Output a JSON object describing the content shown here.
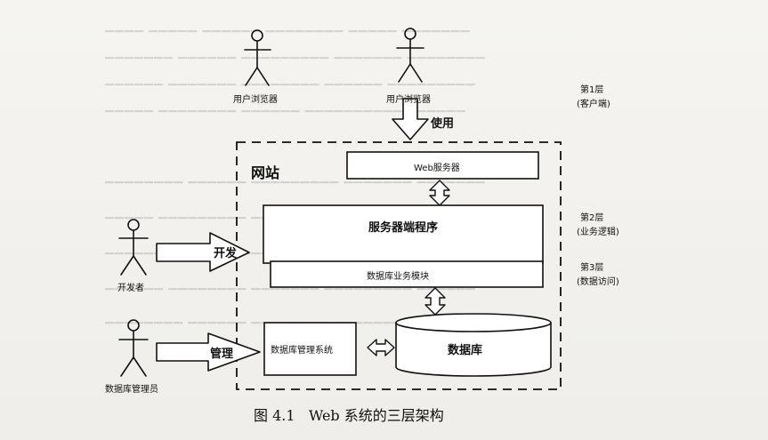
{
  "actors": {
    "browser_1": "用户浏览器",
    "browser_2": "用户浏览器",
    "developer": "开发者",
    "dba": "数据库管理员"
  },
  "arrows": {
    "use": "使用",
    "develop": "开发",
    "manage": "管理"
  },
  "site": {
    "title": "网站",
    "web_server": "Web服务器",
    "server_program": "服务器端程序",
    "db_module": "数据库业务模块",
    "dbms": "数据库管理系统",
    "database": "数据库"
  },
  "layers": {
    "layer1": {
      "name": "第1层",
      "desc": "(客户端)"
    },
    "layer2": {
      "name": "第2层",
      "desc": "(业务逻辑)"
    },
    "layer3": {
      "name": "第3层",
      "desc": "(数据访问)"
    }
  },
  "caption": {
    "number": "图 4.1",
    "title": "Web 系统的三层架构"
  }
}
